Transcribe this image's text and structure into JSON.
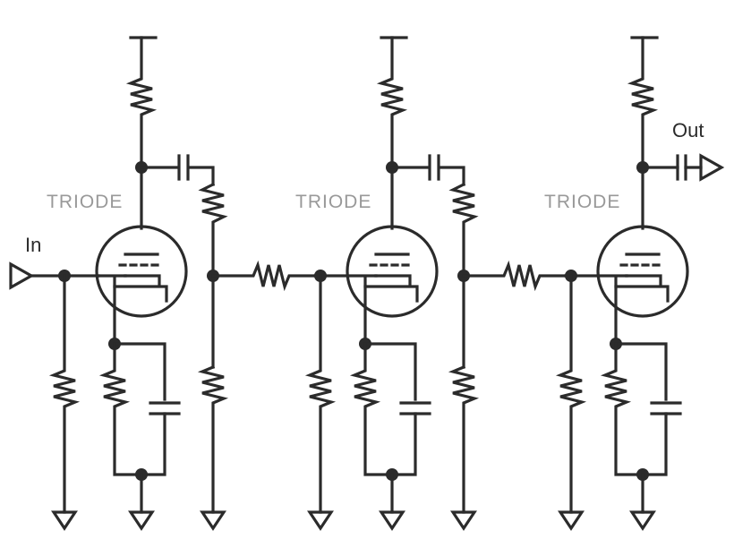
{
  "diagram": {
    "input_label": "In",
    "output_label": "Out",
    "stages": [
      {
        "tube_label": "TRIODE"
      },
      {
        "tube_label": "TRIODE"
      },
      {
        "tube_label": "TRIODE"
      }
    ]
  }
}
